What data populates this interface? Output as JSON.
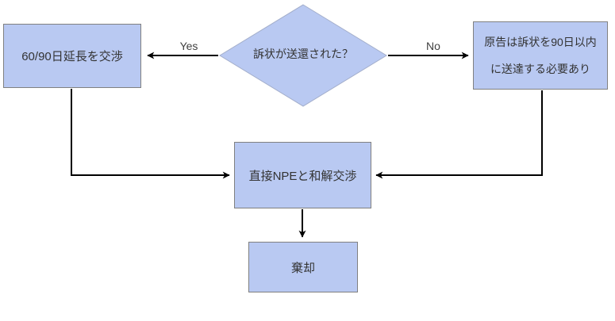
{
  "diagram": {
    "decision_label": "訴状が送還された？",
    "yes_label": "Yes",
    "no_label": "No",
    "nodes": {
      "extension": "60/90日延長を交渉",
      "serve_line1": "原告は訴状を90日以内",
      "serve_line2": "に送達する必要あり",
      "settle": "直接NPEと和解交渉",
      "dismiss": "棄却"
    }
  },
  "colors": {
    "node_fill": "#b9c9f2",
    "node_border": "#808080",
    "diamond_border": "#a3aecb",
    "arrow": "#000000",
    "text": "#333333",
    "label_text": "#404040",
    "background": "#ffffff"
  }
}
